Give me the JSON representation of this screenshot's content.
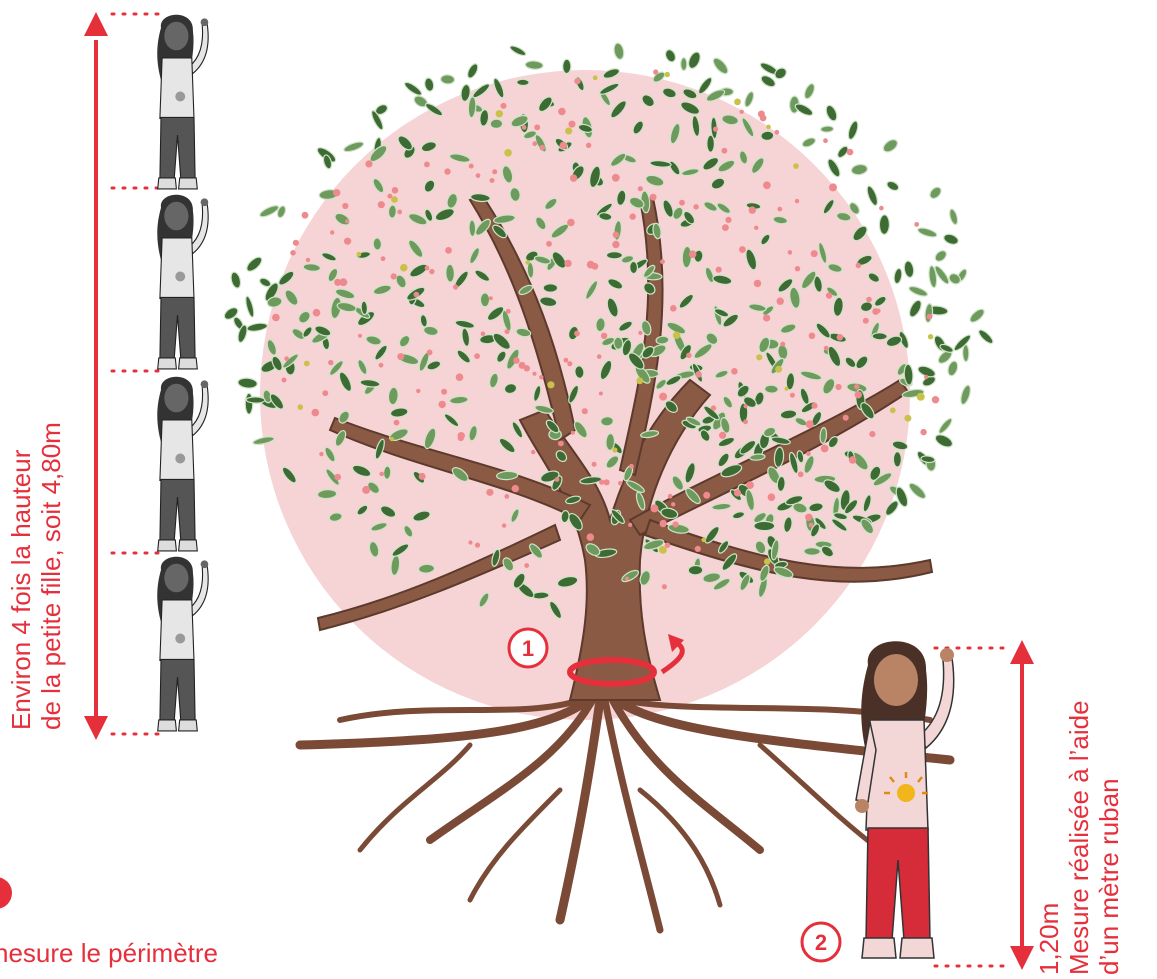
{
  "colors": {
    "accent": "#e5303c",
    "pink_circle": "#f6d3d5",
    "trunk": "#8a5a44",
    "leaf_dark": "#3e6b33",
    "leaf_light": "#cfe3c8",
    "blossom": "#ee8a8e"
  },
  "left_annotation": {
    "line1": "Environ 4 fois la hauteur",
    "line2": "de la petite fille, soit 4,80m"
  },
  "right_annotation": {
    "height": "1,20m",
    "line1": "Mesure réalisée à l’aide",
    "line2": "d’un mètre ruban"
  },
  "markers": {
    "step1": "1",
    "step2": "2"
  },
  "bottom_left": {
    "text": "nesure le périmètre"
  },
  "icons": [
    "girl-figure-icon",
    "tree-illustration",
    "circular-arrow-icon"
  ]
}
